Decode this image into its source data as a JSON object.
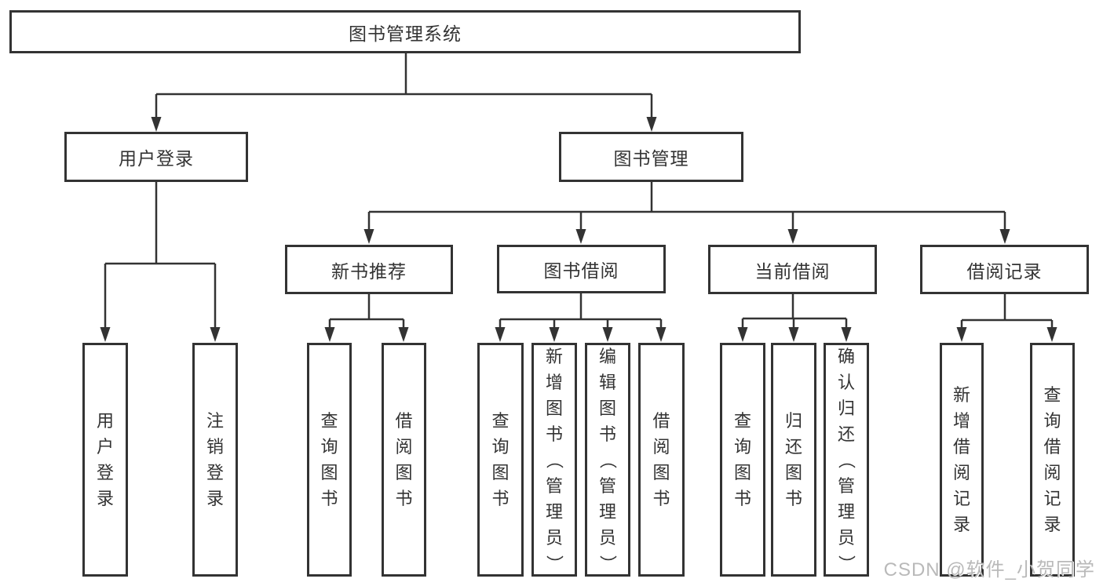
{
  "diagram": {
    "root": {
      "label": "图书管理系统"
    },
    "level2": [
      {
        "label": "用户登录",
        "leaves": [
          {
            "label": "用户登录"
          },
          {
            "label": "注销登录"
          }
        ]
      },
      {
        "label": "图书管理",
        "groups": [
          {
            "label": "新书推荐",
            "leaves": [
              {
                "label": "查询图书"
              },
              {
                "label": "借阅图书"
              }
            ]
          },
          {
            "label": "图书借阅",
            "leaves": [
              {
                "label": "查询图书"
              },
              {
                "label": "新增图书（管理员）"
              },
              {
                "label": "编辑图书（管理员）"
              },
              {
                "label": "借阅图书"
              }
            ]
          },
          {
            "label": "当前借阅",
            "leaves": [
              {
                "label": "查询图书"
              },
              {
                "label": "归还图书"
              },
              {
                "label": "确认归还（管理员）"
              }
            ]
          },
          {
            "label": "借阅记录",
            "leaves": [
              {
                "label": "新增借阅记录"
              },
              {
                "label": "查询借阅记录"
              }
            ]
          }
        ]
      }
    ]
  },
  "watermark": {
    "text": "CSDN @软件_小贺同学"
  },
  "colors": {
    "line": "#333333",
    "text": "#333333",
    "box_background": "#ffffff",
    "watermark": "#b9b9b9",
    "background": "#ffffff"
  }
}
